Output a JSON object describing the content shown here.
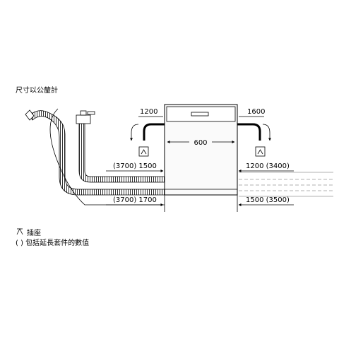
{
  "title": "尺寸以公釐計",
  "dimensions": {
    "width": "600",
    "left_top": "1200",
    "right_top": "1600",
    "left_mid": "(3700) 1500",
    "right_mid": "1200 (3400)",
    "left_bottom": "(3700) 1700",
    "right_bottom": "1500 (3500)"
  },
  "legend": {
    "socket_label": "插座",
    "paren_label": "( ) 包括延長套件的數值"
  },
  "colors": {
    "line": "#000000",
    "cabinet_fill": "#eeeeee",
    "hose_fill": "#ffffff",
    "dashed_line": "#999999"
  },
  "icons": {
    "socket": "socket-icon",
    "faucet": "faucet-icon"
  }
}
